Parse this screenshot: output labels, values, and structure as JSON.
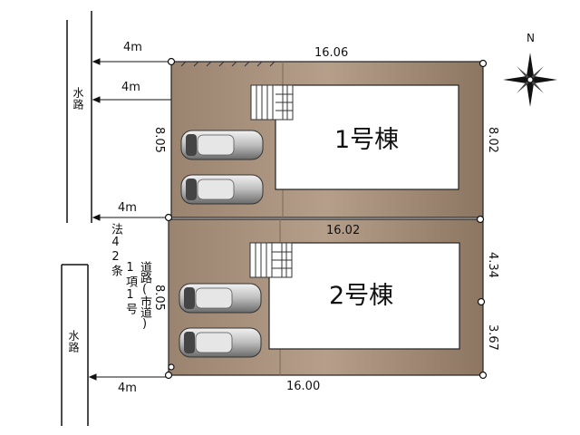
{
  "north_label": "N",
  "channels": {
    "top": "水路",
    "bottom": "水路"
  },
  "road": {
    "line1": "法42条",
    "line2": "1項1号",
    "line3": "道路(市道)"
  },
  "setbacks": [
    "4m",
    "4m",
    "4m",
    "4m"
  ],
  "lot1": {
    "building": "1号棟",
    "top": "16.06",
    "left": "8.05",
    "right": "8.02"
  },
  "lot2": {
    "building": "2号棟",
    "top": "16.02",
    "left": "8.05",
    "right_upper": "4.34",
    "right_lower": "3.67",
    "bottom": "16.00"
  },
  "colors": {
    "lot_fill": "#a48d77",
    "lot_shade": "#8b7560",
    "building_fill": "#ffffff",
    "line": "#111111"
  }
}
